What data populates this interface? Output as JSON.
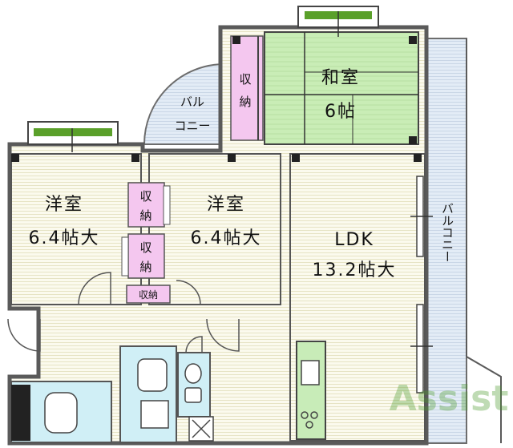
{
  "rooms": {
    "washitsu": {
      "name": "和室",
      "size": "6帖"
    },
    "youshitsu_left": {
      "name": "洋室",
      "size": "6.4帖大"
    },
    "youshitsu_right": {
      "name": "洋室",
      "size": "6.4帖大"
    },
    "ldk": {
      "name": "LDK",
      "size": "13.2帖大"
    }
  },
  "storage": {
    "washitsu_closet": [
      "収",
      "納"
    ],
    "center_closet_upper": [
      "収",
      "納"
    ],
    "center_closet_lower": [
      "収",
      "納"
    ],
    "hall_closet": "収納"
  },
  "balconies": {
    "curved": [
      "バル",
      "コニー"
    ],
    "right": "バルコニー"
  },
  "watermark": "Assist",
  "colors": {
    "floor_line": "#f1efd5",
    "tatami": "#c8ecb8",
    "closet": "#f4c7ef",
    "wet_area": "#d0eff6",
    "balcony": "#dde7f2",
    "green_rail": "#5aa02a"
  }
}
